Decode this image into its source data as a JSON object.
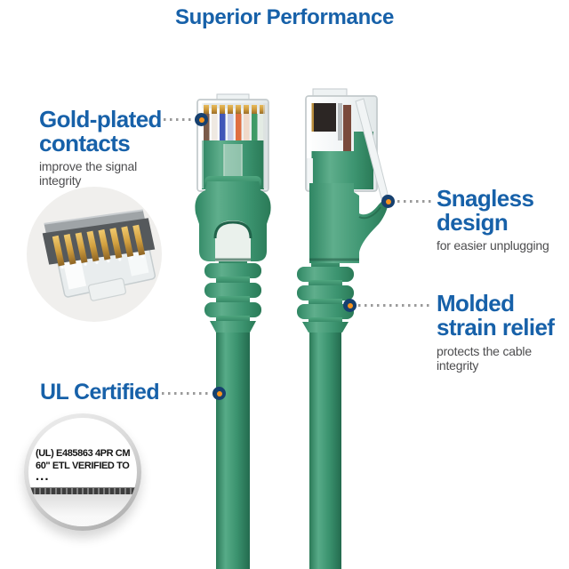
{
  "title": "Superior Performance",
  "colors": {
    "heading_blue": "#1761A9",
    "subtitle_gray": "#4D4D4F",
    "cable_green": "#3C9470",
    "cable_green_dark": "#256B4E",
    "cable_green_light": "#57AB88",
    "marker_navy": "#16406F",
    "marker_orange": "#F7941E",
    "leader_gray": "#9B9B9B",
    "inset_bg": "#F0EFED"
  },
  "callouts": {
    "gold": {
      "line1": "Gold-plated",
      "line2": "contacts",
      "sub1": "improve the signal",
      "sub2": "integrity"
    },
    "snagless": {
      "line1": "Snagless",
      "line2": "design",
      "sub1": "for easier unplugging"
    },
    "molded": {
      "line1": "Molded",
      "line2": "strain relief",
      "sub1": "protects the cable",
      "sub2": "integrity"
    },
    "ul_certified": {
      "line1": "UL Certified"
    }
  },
  "ul_inset": {
    "line1": "(UL) E485863 4PR CM",
    "line2": "60\"  ETL VERIFIED TO",
    "line3": "..."
  }
}
